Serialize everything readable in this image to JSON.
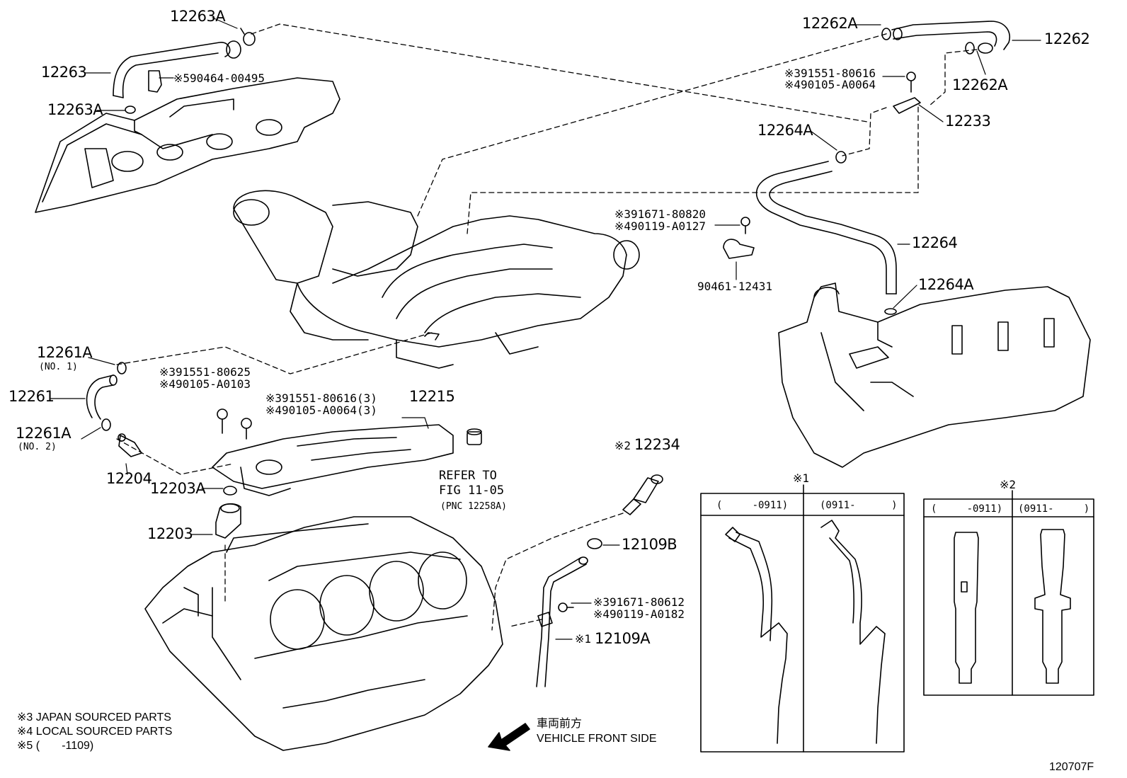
{
  "callouts": {
    "c12263A_top": "12263A",
    "c12263": "12263",
    "c90464": "※590464-00495",
    "c12263A_bot": "12263A",
    "c12262A_left": "12262A",
    "c12262": "12262",
    "c12262A_right": "12262A",
    "c91551_80616": "※391551-80616",
    "c90105_A0064": "※490105-A0064",
    "c12233": "12233",
    "c12264A_top": "12264A",
    "c91671_80820": "※391671-80820",
    "c90119_A0127": "※490119-A0127",
    "c12264": "12264",
    "c90461": "90461-12431",
    "c12264A_bot": "12264A",
    "c12261A_1": "12261A",
    "c12261A_1_sub": "(NO. 1)",
    "c12261": "12261",
    "c12261A_2": "12261A",
    "c12261A_2_sub": "(NO. 2)",
    "c12204": "12204",
    "c91551_80625": "※391551-80625",
    "c90105_A0103": "※490105-A0103",
    "c91551_80616_3": "※391551-80616(3)",
    "c90105_A0064_3": "※490105-A0064(3)",
    "c12215": "12215",
    "c12203A": "12203A",
    "c12203": "12203",
    "refer1": "REFER TO",
    "refer2": "FIG 11-05",
    "refer3": "(PNC 12258A)",
    "c12234_mark": "※2",
    "c12234": "12234",
    "c12109B": "12109B",
    "c91671_80612": "※391671-80612",
    "c90119_A0182": "※490119-A0182",
    "c12109A_mark": "※1",
    "c12109A": "12109A"
  },
  "legend": {
    "note3": "※3 JAPAN SOURCED PARTS",
    "note4": "※4 LOCAL SOURCED PARTS",
    "note5": "※5 (       -1109)",
    "vehicle_jp": "車両前方",
    "vehicle_en": "VEHICLE FRONT SIDE",
    "diagram_id": "120707F"
  },
  "variant_tables": {
    "table1": {
      "mark": "※1",
      "col1": "(     -0911)",
      "col2": "(0911-      )"
    },
    "table2": {
      "mark": "※2",
      "col1": "(     -0911)",
      "col2": "(0911-     )"
    }
  }
}
